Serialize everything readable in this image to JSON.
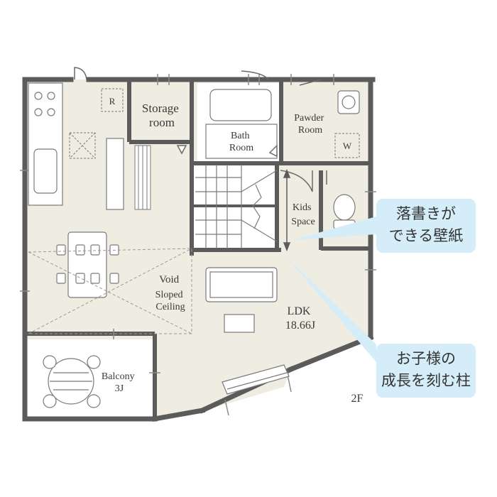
{
  "rooms": {
    "storage": [
      "Storage",
      "room"
    ],
    "bath": [
      "Bath",
      "Room"
    ],
    "powder": [
      "Pawder",
      "Room"
    ],
    "kids": [
      "Kids",
      "Space"
    ],
    "void": [
      "Void",
      "Sloped",
      "Ceiling"
    ],
    "ldk": [
      "LDK",
      "18.66J"
    ],
    "balcony": [
      "Balcony",
      "3J"
    ]
  },
  "fixtures": {
    "refrigerator": "R",
    "washer": "W"
  },
  "floor": "2F",
  "callouts": {
    "wall": [
      "落書きが",
      "できる壁紙"
    ],
    "pillar": [
      "お子様の",
      "成長を刻む柱"
    ]
  },
  "colors": {
    "wall": "#5b5b5b",
    "floor": "#efece2",
    "bath_floor": "#ffffff",
    "callout_bg": "#d4edf8"
  }
}
